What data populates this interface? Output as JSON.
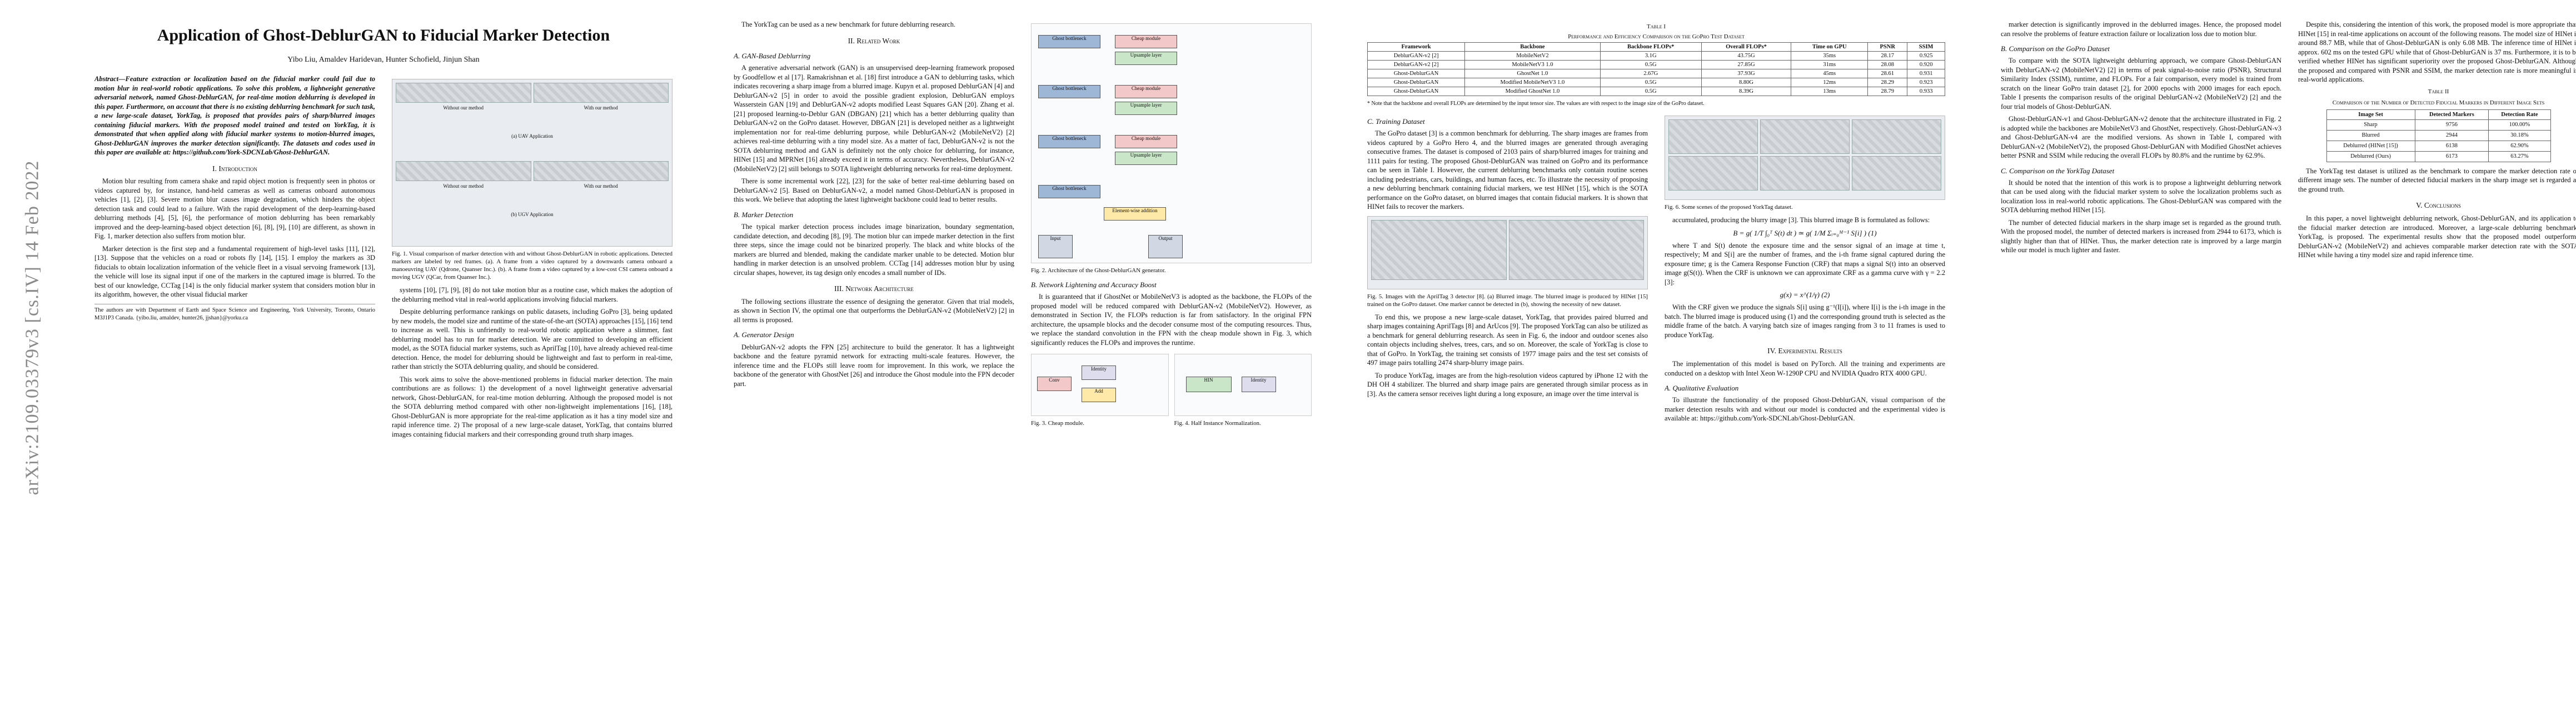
{
  "arxiv_stamp": "arXiv:2109.03379v3  [cs.IV]  14 Feb 2022",
  "page1": {
    "title": "Application of Ghost-DeblurGAN to Fiducial Marker Detection",
    "authors": "Yibo Liu, Amaldev Haridevan, Hunter Schofield, Jinjun Shan",
    "abstract": "Abstract—Feature extraction or localization based on the fiducial marker could fail due to motion blur in real-world robotic applications. To solve this problem, a lightweight generative adversarial network, named Ghost-DeblurGAN, for real-time motion deblurring is developed in this paper. Furthermore, on account that there is no existing deblurring benchmark for such task, a new large-scale dataset, YorkTag, is proposed that provides pairs of sharp/blurred images containing fiducial markers. With the proposed model trained and tested on YorkTag, it is demonstrated that when applied along with fiducial marker systems to motion-blurred images, Ghost-DeblurGAN improves the marker detection significantly. The datasets and codes used in this paper are available at: https://github.com/York-SDCNLab/Ghost-DeblurGAN.",
    "sec1": "I. Introduction",
    "intro_p1": "Motion blur resulting from camera shake and rapid object motion is frequently seen in photos or videos captured by, for instance, hand-held cameras as well as cameras onboard autonomous vehicles [1], [2], [3]. Severe motion blur causes image degradation, which hinders the object detection task and could lead to a failure. With the rapid development of the deep-learning-based deblurring methods [4], [5], [6], the performance of motion deblurring has been remarkably improved and the deep-learning-based object detection [6], [8], [9], [10] are different, as shown in Fig. 1, marker detection also suffers from motion blur.",
    "intro_p2": "Marker detection is the first step and a fundamental requirement of high-level tasks [11], [12], [13]. Suppose that the vehicles on a road or robots fly [14], [15]. I employ the markers as 3D fiducials to obtain localization information of the vehicle fleet in a visual servoing framework [13], the vehicle will lose its signal input if one of the markers in the captured image is blurred. To the best of our knowledge, CCTag [14] is the only fiducial marker system that considers motion blur in its algorithm, however, the other visual fiducial marker",
    "fig1_caption": "Fig. 1. Visual comparison of marker detection with and without Ghost-DeblurGAN in robotic applications. Detected markers are labeled by red frames. (a). A frame from a video captured by a downwards camera onboard a manoeuvring UAV (Qdrone, Quanser Inc.). (b). A frame from a video captured by a low-cost CSI camera onboard a moving UGV (QCar, from Quanser Inc.).",
    "fig1_labels": [
      "Without our method",
      "With our method",
      "(a) UAV Application",
      "Without our method",
      "With our method",
      "(b) UGV Application"
    ],
    "footnote": "The authors are with Department of Earth and Space Science and Engineering, York University, Toronto, Ontario M3J1P3 Canada. {yibo.liu, amaldev, hunter26, jjshan}@yorku.ca"
  },
  "page1_col2": {
    "p1": "systems [10], [7], [9], [8] do not take motion blur as a routine case, which makes the adoption of the deblurring method vital in real-world applications involving fiducial markers.",
    "p2": "Despite deblurring performance rankings on public datasets, including GoPro [3], being updated by new models, the model size and runtime of the state-of-the-art (SOTA) approaches [15], [16] tend to increase as well. This is unfriendly to real-world robotic application where a slimmer, fast deblurring model has to run for marker detection. We are committed to developing an efficient model, as the SOTA fiducial marker systems, such as AprilTag [10], have already achieved real-time detection. Hence, the model for deblurring should be lightweight and fast to perform in real-time, rather than strictly the SOTA deblurring quality, and should be considered.",
    "p3": "This work aims to solve the above-mentioned problems in fiducial marker detection. The main contributions are as follows: 1) the development of a novel lightweight generative adversarial network, Ghost-DeblurGAN, for real-time motion deblurring. Although the proposed model is not the SOTA deblurring method compared with other non-lightweight implementations [16], [18], Ghost-DeblurGAN is more appropriate for the real-time application as it has a tiny model size and rapid inference time. 2) The proposal of a new large-scale dataset, YorkTag, that contains blurred images containing fiducial markers and their corresponding ground truth sharp images."
  },
  "page2": {
    "p0": "The YorkTag can be used as a new benchmark for future deblurring research.",
    "sec2": "II. Related Work",
    "sub_a": "A. GAN-Based Deblurring",
    "rw_p1": "A generative adversarial network (GAN) is an unsupervised deep-learning framework proposed by Goodfellow et al [17]. Ramakrishnan et al. [18] first introduce a GAN to deblurring tasks, which indicates recovering a sharp image from a blurred image. Kupyn et al. proposed DeblurGAN [4] and DeblurGAN-v2 [5] in order to avoid the possible gradient explosion, DeblurGAN employs Wasserstein GAN [19] and DeblurGAN-v2 adopts modified Least Squares GAN [20]. Zhang et al. [21] proposed learning-to-Deblur GAN (DBGAN) [21] which has a better deblurring quality than DeblurGAN-v2 on the GoPro dataset. However, DBGAN [21] is developed neither as a lightweight implementation nor for real-time deblurring purpose, while DeblurGAN-v2 (MobileNetV2) [2] achieves real-time deblurring with a tiny model size. As a matter of fact, DeblurGAN-v2 is not the SOTA deblurring method and GAN is definitely not the only choice for deblurring, for instance, HINet [15] and MPRNet [16] already exceed it in terms of accuracy. Nevertheless, DeblurGAN-v2 (MobileNetV2) [2] still belongs to SOTA lightweight deblurring networks for real-time deployment.",
    "rw_p2": "There is some incremental work [22], [23] for the sake of better real-time deblurring based on DeblurGAN-v2 [5]. Based on DeblurGAN-v2, a model named Ghost-DeblurGAN is proposed in this work. We believe that adopting the latest lightweight backbone could lead to better results.",
    "sub_b": "B. Marker Detection",
    "rw_p3": "The typical marker detection process includes image binarization, boundary segmentation, candidate detection, and decoding [8], [9]. The motion blur can impede marker detection in the first three steps, since the image could not be binarized properly. The black and white blocks of the markers are blurred and blended, making the candidate marker unable to be detected. Motion blur handling in marker detection is an unsolved problem. CCTag [14] addresses motion blur by using circular shapes, however, its tag design only encodes a small number of IDs.",
    "sec3": "III. Network Architecture",
    "na_p1": "The following sections illustrate the essence of designing the generator. Given that trial models, as shown in Section IV, the optimal one that outperforms the DeblurGAN-v2 (MobileNetV2) [2] in all terms is proposed.",
    "sub_gen": "A. Generator Design",
    "na_p2": "DeblurGAN-v2 adopts the FPN [25] architecture to build the generator. It has a lightweight backbone and the feature pyramid network for extracting multi-scale features. However, the inference time and the FLOPs still leave room for improvement. In this work, we replace the backbone of the generator with GhostNet [26] and introduce the Ghost module into the FPN decoder part.",
    "fig2_caption": "Fig. 2.   Architecture of the Ghost-DeblurGAN generator.",
    "fig3_caption": "Fig. 3.   Cheap module.",
    "fig4_caption": "Fig. 4.   Half Instance Normalization.",
    "sub_net": "B. Network Lightening and Accuracy Boost",
    "na_p3": "It is guaranteed that if GhostNet or MobileNetV3 is adopted as the backbone, the FLOPs of the proposed model will be reduced compared with DeblurGAN-v2 (MobileNetV2). However, as demonstrated in Section IV, the FLOPs reduction is far from satisfactory. In the original FPN architecture, the upsample blocks and the decoder consume most of the computing resources. Thus, we replace the standard convolution in the FPN with the cheap module shown in Fig. 3, which significantly reduces the FLOPs and improves the runtime.",
    "diagram_labels": [
      "Input",
      "Output",
      "Ghost bottleneck",
      "Cheap module",
      "Upsample layer",
      "Element-wise addition",
      "Add",
      "Conv",
      "HIN",
      "Identity"
    ]
  },
  "page3": {
    "table1_title": "Table I",
    "table1_subtitle": "Performance and Efficiency Comparison on the GoPro Test Dataset",
    "table1_headers": [
      "Framework",
      "Backbone",
      "Backbone FLOPs*",
      "Overall FLOPs*",
      "Time on GPU",
      "PSNR",
      "SSIM"
    ],
    "table1_rows": [
      [
        "DeblurGAN-v2 [2]",
        "MobileNetV2",
        "3.1G",
        "43.75G",
        "35ms",
        "28.17",
        "0.925"
      ],
      [
        "DeblurGAN-v2 [2]",
        "MobileNetV3 1.0",
        "0.5G",
        "27.85G",
        "31ms",
        "28.08",
        "0.920"
      ],
      [
        "Ghost-DeblurGAN",
        "GhostNet 1.0",
        "2.67G",
        "37.93G",
        "45ms",
        "28.61",
        "0.931"
      ],
      [
        "Ghost-DeblurGAN",
        "Modified MobileNetV3 1.0",
        "0.5G",
        "8.80G",
        "12ms",
        "28.29",
        "0.923"
      ],
      [
        "Ghost-DeblurGAN",
        "Modified GhostNet 1.0",
        "0.5G",
        "8.39G",
        "13ms",
        "28.79",
        "0.933"
      ]
    ],
    "table1_note": "* Note that the backbone and overall FLOPs are determined by the input tensor size. The values are with respect to the image size of the GoPro dataset.",
    "sub_c": "C. Training Dataset",
    "td_p1": "The GoPro dataset [3] is a common benchmark for deblurring. The sharp images are frames from videos captured by a GoPro Hero 4, and the blurred images are generated through averaging consecutive frames. The dataset is composed of 2103 pairs of sharp/blurred images for training and 1111 pairs for testing. The proposed Ghost-DeblurGAN was trained on GoPro and its performance can be seen in Table I. However, the current deblurring benchmarks only contain routine scenes including pedestrians, cars, buildings, and human faces, etc. To illustrate the necessity of proposing a new deblurring benchmark containing fiducial markers, we test HINet [15], which is the SOTA performance on the GoPro dataset, on blurred images that contain fiducial markers. It is shown that HINet fails to recover the markers.",
    "fig5_caption": "Fig. 5.   Images with the AprilTag 3 detector [8]. (a) Blurred image. The blurred image is produced by HINet [15] trained on the GoPro dataset. One marker cannot be detected in (b), showing the necessity of new dataset.",
    "fig6_caption": "Fig. 6.   Some scenes of the proposed YorkTag dataset.",
    "col2_p1": "accumulated, producing the blurry image [3]. This blurred image B is formulated as follows:",
    "eq1": "B = g( 1/T ∫₀ᵀ S(t) dt ) ≃ g( 1/M Σᵢ₌₀ᴹ⁻¹ S[i] )     (1)",
    "col2_p2": "where T and S(t) denote the exposure time and the sensor signal of an image at time t, respectively; M and S[i] are the number of frames, and the i-th frame signal captured during the exposure time; g is the Camera Response Function (CRF) that maps a signal S(t) into an observed image g(S(t)). When the CRF is unknown we can approximate CRF as a gamma curve with γ = 2.2 [3]:",
    "eq2": "g(x) = x^(1/γ)     (2)",
    "col2_p3": "With the CRF given we produce the signals S[i] using g⁻¹(I[i]), where I[i] is the i-th image in the batch. The blurred image is produced using (1) and the corresponding ground truth is selected as the middle frame of the batch. A varying batch size of images ranging from 3 to 11 frames is used to produce YorkTag.",
    "sec4": "IV. Experimental Results",
    "er_p1": "The implementation of this model is based on PyTorch. All the training and experiments are conducted on a desktop with Intel Xeon W-1290P CPU and NVIDIA Quadro RTX 4000 GPU.",
    "sub_a": "A. Qualitative Evaluation",
    "qe_p1": "To illustrate the functionality of the proposed Ghost-DeblurGAN, visual comparison of the marker detection results with and without our model is conducted and the experimental video is available at: https://github.com/York-SDCNLab/Ghost-DeblurGAN.",
    "col2b_p1": "To end this, we propose a new large-scale dataset, YorkTag, that provides paired blurred and sharp images containing AprilTags [8] and ArUcos [9]. The proposed YorkTag can also be utilized as a benchmark for general deblurring research. As seen in Fig. 6, the indoor and outdoor scenes also contain objects including shelves, trees, cars, and so on. Moreover, the scale of YorkTag is close to that of GoPro. In YorkTag, the training set consists of 1977 image pairs and the test set consists of 497 image pairs totalling 2474 sharp-blurry image pairs.",
    "col2b_p2": "To produce YorkTag, images are from the high-resolution videos captured by iPhone 12 with the DH OH 4 stabilizer. The blurred and sharp image pairs are generated through similar process as in [3]. As the camera sensor receives light during a long exposure, an image over the time interval is"
  },
  "page4": {
    "p1": "marker detection is significantly improved in the deblurred images. Hence, the proposed model can resolve the problems of feature extraction failure or localization loss due to motion blur.",
    "sub_b": "B. Comparison on the GoPro Dataset",
    "p2": "To compare with the SOTA lightweight deblurring approach, we compare Ghost-DeblurGAN with DeblurGAN-v2 (MobileNetV2) [2] in terms of peak signal-to-noise ratio (PSNR), Structural Similarity Index (SSIM), runtime, and FLOPs. For a fair comparison, every model is trained from scratch on the linear GoPro train dataset [2], for 2000 epochs with 2000 images for each epoch. Table I presents the comparison results of the original DeblurGAN-v2 (MobileNetV2) [2] and the four trial models of Ghost-DeblurGAN.",
    "p3": "Ghost-DeblurGAN-v1 and Ghost-DeblurGAN-v2 denote that the architecture illustrated in Fig. 2 is adopted while the backbones are MobileNetV3 and GhostNet, respectively. Ghost-DeblurGAN-v3 and Ghost-DeblurGAN-v4 are the modified versions. As shown in Table I, compared with DeblurGAN-v2 (MobileNetV2), the proposed Ghost-DeblurGAN with Modified GhostNet achieves better PSNR and SSIM while reducing the overall FLOPs by 80.8% and the runtime by 62.9%.",
    "p4": "Despite this, considering the intention of this work, the proposed model is more appropriate than HINet [15] in real-time applications on account of the following reasons. The model size of HINet is around 88.7 MB, while that of Ghost-DeblurGAN is only 6.08 MB. The inference time of HINet is approx. 602 ms on the tested GPU while that of Ghost-DeblurGAN is 37 ms. Furthermore, it is to be verified whether HINet has significant superiority over the proposed Ghost-DeblurGAN. Although the proposed and compared with PSNR and SSIM, the marker detection rate is more meaningful in real-world applications.",
    "table2_title": "Table II",
    "table2_subtitle": "Comparison of the Number of Detected Fiducial Markers in Different Image Sets",
    "table2_headers": [
      "Image Set",
      "Detected Markers",
      "Detection Rate"
    ],
    "table2_rows": [
      [
        "Sharp",
        "9756",
        "100.00%"
      ],
      [
        "Blurred",
        "2944",
        "30.18%"
      ],
      [
        "Deblurred (HINet [15])",
        "6138",
        "62.90%"
      ],
      [
        "Deblurred (Ours)",
        "6173",
        "63.27%"
      ]
    ],
    "p5": "The YorkTag test dataset is utilized as the benchmark to compare the marker detection rate of different image sets. The number of detected fiducial markers in the sharp image set is regarded as the ground truth.",
    "sub_c": "C. Comparison on the YorkTag Dataset",
    "p6": "It should be noted that the intention of this work is to propose a lightweight deblurring network that can be used along with the fiducial marker system to solve the localization problems such as localization loss in real-world robotic applications. The Ghost-DeblurGAN was compared with the SOTA deblurring method HINet [15].",
    "p7": "The number of detected fiducial markers in the sharp image set is regarded as the ground truth. With the proposed model, the number of detected markers is increased from 2944 to 6173, which is slightly higher than that of HINet. Thus, the marker detection rate is improved by a large margin while our model is much lighter and faster.",
    "sec5": "V. Conclusions",
    "p8": "In this paper, a novel lightweight deblurring network, Ghost-DeblurGAN, and its application to the fiducial marker detection are introduced. Moreover, a large-scale deblurring benchmark, YorkTag, is proposed. The experimental results show that the proposed model outperforms DeblurGAN-v2 (MobileNetV2) and achieves comparable marker detection rate with the SOTA HINet while having a tiny model size and rapid inference time."
  }
}
